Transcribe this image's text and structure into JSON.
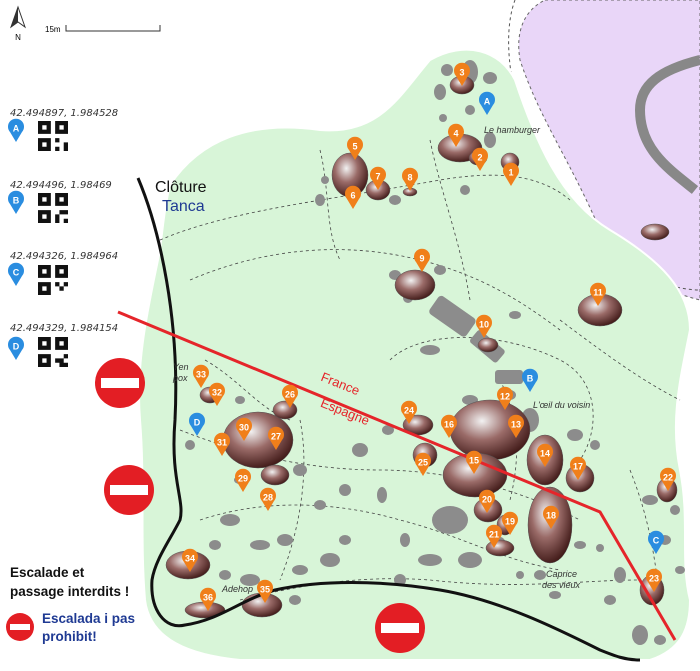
{
  "scale": {
    "north": "N",
    "label": "15m"
  },
  "access_points": [
    {
      "id": "A",
      "coords": "42.494897, 1.984528"
    },
    {
      "id": "B",
      "coords": "42.494496, 1.98469"
    },
    {
      "id": "C",
      "coords": "42.494326, 1.984964"
    },
    {
      "id": "D",
      "coords": "42.494329, 1.984154"
    }
  ],
  "labels": {
    "cloture": "Clôture",
    "tanca": "Tanca",
    "france": "France",
    "espagne": "Espagne",
    "le_hamburger": "Le hamburger",
    "oeil_du_voisin": "L'œil du voisin",
    "yen_pox_1": "Yen",
    "yen_pox_2": "pox",
    "adehop": "Adehop",
    "caprice_1": "Caprice",
    "caprice_2": "des vieux"
  },
  "notice": {
    "fr_line1": "Escalade et",
    "fr_line2": "passage interdits !",
    "ca_line1": "Escalada i pas",
    "ca_line2": "prohibit!"
  },
  "colors": {
    "zone": "#d8f5d8",
    "zone_border": "#ffffff",
    "pin": "#f07f1a",
    "pin_access": "#2a8de0",
    "border_line": "#e5252a",
    "fence": "#111111",
    "neighbor": "#e9d6f8",
    "no_entry": "#e31e24"
  },
  "boulders": [
    {
      "n": "1"
    },
    {
      "n": "2"
    },
    {
      "n": "3"
    },
    {
      "n": "4"
    },
    {
      "n": "5"
    },
    {
      "n": "6"
    },
    {
      "n": "7"
    },
    {
      "n": "8"
    },
    {
      "n": "9"
    },
    {
      "n": "10"
    },
    {
      "n": "11"
    },
    {
      "n": "12"
    },
    {
      "n": "13"
    },
    {
      "n": "14"
    },
    {
      "n": "15"
    },
    {
      "n": "16"
    },
    {
      "n": "17"
    },
    {
      "n": "18"
    },
    {
      "n": "19"
    },
    {
      "n": "20"
    },
    {
      "n": "21"
    },
    {
      "n": "22"
    },
    {
      "n": "23"
    },
    {
      "n": "24"
    },
    {
      "n": "25"
    },
    {
      "n": "26"
    },
    {
      "n": "27"
    },
    {
      "n": "28"
    },
    {
      "n": "29"
    },
    {
      "n": "30"
    },
    {
      "n": "31"
    },
    {
      "n": "32"
    },
    {
      "n": "33"
    },
    {
      "n": "34"
    },
    {
      "n": "35"
    },
    {
      "n": "36"
    }
  ]
}
